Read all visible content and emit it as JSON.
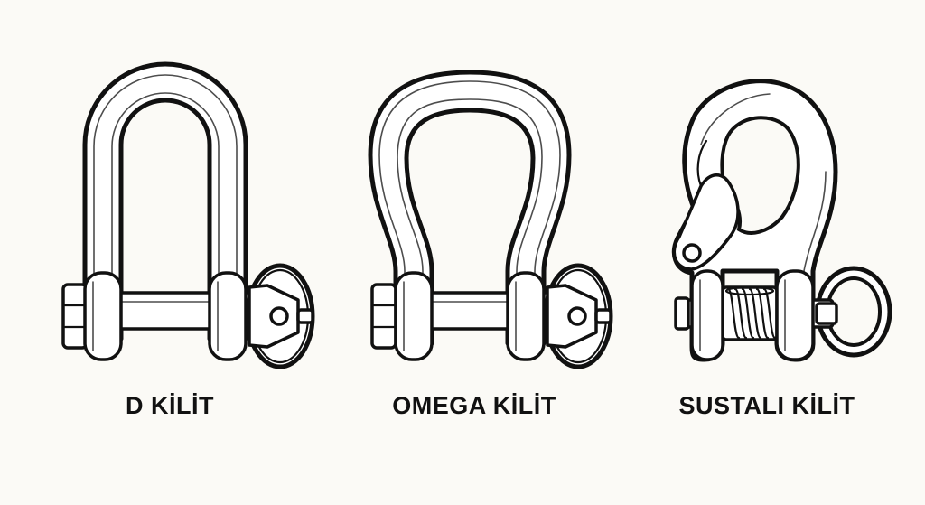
{
  "labels": {
    "d_shackle": "D KİLİT",
    "omega_shackle": "OMEGA KİLİT",
    "spring_shackle": "SUSTALI KİLİT"
  },
  "colors": {
    "background": "#fbfaf6",
    "ink": "#111111",
    "fill": "#ffffff"
  }
}
